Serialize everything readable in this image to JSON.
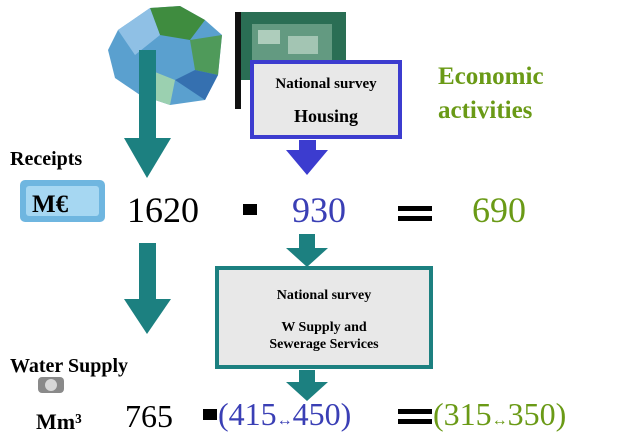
{
  "survey_housing": {
    "line1": "National survey",
    "line2": "Housing"
  },
  "economic": {
    "line1": "Economic",
    "line2": "activities"
  },
  "receipts": {
    "label": "Receipts",
    "unit": "M€",
    "total": "1620",
    "housing": "930",
    "economic": "690"
  },
  "survey_water": {
    "line1": "National survey",
    "line2": "W Supply and",
    "line3": "Sewerage Services"
  },
  "water_supply": {
    "label": "Water Supply",
    "unit": "Mm³",
    "total": "765",
    "housing_low": "415",
    "housing_high": "450",
    "economic_low": "315",
    "economic_high": "350",
    "range_symbol": "↔"
  },
  "colors": {
    "teal": "#1c8080",
    "blue": "#3c3ccf",
    "green": "#6a9a16"
  }
}
